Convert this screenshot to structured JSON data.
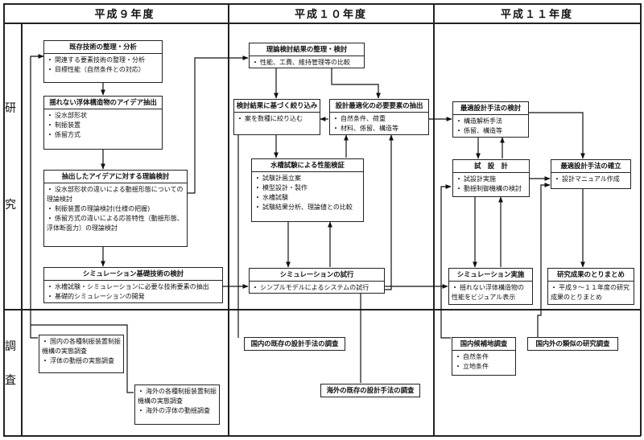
{
  "columns": [
    "平成９年度",
    "平成１０年度",
    "平成１１年度"
  ],
  "row_labels": {
    "research": [
      "研",
      "究"
    ],
    "survey": [
      "調",
      "査"
    ]
  },
  "boxes": {
    "b1": {
      "title": "既存技術の整理・分析",
      "items": [
        "関連する要素技術の整理・分析",
        "目標性能（自然条件との対応）"
      ]
    },
    "b2": {
      "title": "揺れない浮体構造物のアイデア抽出",
      "items": [
        "没水部形状",
        "制振装置",
        "係留方式"
      ]
    },
    "b3": {
      "title": "抽出したアイデアに対する理論検討",
      "items": [
        "没水部形状の違いによる動揺形態についての理論検討",
        "制振装置の理論検討(仕様の把握)",
        "係留方式の違いによる応答特性（動揺形態、浮体断面力）の理論検討"
      ]
    },
    "b4": {
      "title": "シミュレーション基礎技術の検討",
      "items": [
        "水槽試験・シミュレーションに必要な技術要素の抽出",
        "基礎的シミュレーションの開発"
      ]
    },
    "b5": {
      "title": "理論検討結果の整理・検討",
      "items": [
        "性能、工費、維持管理等の比較"
      ]
    },
    "b6": {
      "title": "検討結果に基づく絞り込み",
      "items": [
        "案を数種に絞り込む"
      ]
    },
    "b7": {
      "title": "設計最適化の必要要素の抽出",
      "items": [
        "自然条件、荷重",
        "材料、係留、構造等"
      ]
    },
    "b8": {
      "title": "水槽試験による性能検証",
      "items": [
        "試験計画立案",
        "模型設計・製作",
        "水槽試験",
        "試験結果分析、理論値との比較"
      ]
    },
    "b9": {
      "title": "シミュレーションの試行",
      "items": [
        "シンプルモデルによるシステムの試行"
      ]
    },
    "b10": {
      "title": "最適設計手法の検討",
      "items": [
        "構造解析手法",
        "係留、構造等"
      ]
    },
    "b11": {
      "title": "試　設　計",
      "items": [
        "試設計実施",
        "動揺制御機構の検討"
      ]
    },
    "b12": {
      "title": "最適設計手法の確立",
      "items": [
        "設計マニュアル作成"
      ]
    },
    "b13": {
      "title": "シミュレーション実施",
      "items": [
        "揺れない浮体構造物の性能をビジュアル表示"
      ]
    },
    "b14": {
      "title": "研究成果のとりまとめ",
      "items": [
        "平成９～１１年度の研究成果のとりまとめ"
      ]
    },
    "s1": {
      "title": "",
      "items": [
        "国内の各種制振装置制振機構の実態調査",
        "浮体の動揺の実態調査"
      ]
    },
    "s2": {
      "title": "",
      "items": [
        "海外の各種制振装置制振機構の実態調査",
        "海外の浮体の動揺調査"
      ]
    },
    "s3": {
      "title": "国内の既存の設計手法の調査",
      "items": []
    },
    "s4": {
      "title": "海外の既存の設計手法の調査",
      "items": []
    },
    "s5": {
      "title": "国内候補地調査",
      "items": [
        "自然条件",
        "立地条件"
      ]
    },
    "s6": {
      "title": "国内外の類似の研究調査",
      "items": []
    }
  }
}
